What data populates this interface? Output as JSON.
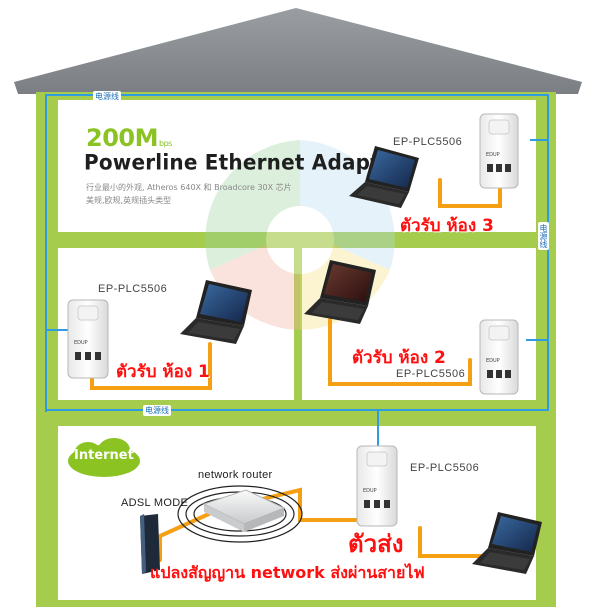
{
  "headline": {
    "speed": "200M",
    "speed_unit": "bps",
    "title": "Powerline Ethernet Adapter",
    "subtitle_line1": "行业最小的外观, Atheros 640X 和 Broadcore 30X 芯片",
    "subtitle_line2": "美规,欧规,英规插头类型"
  },
  "wire_labels": {
    "top": "电源线",
    "right": "电源线",
    "middle": "电源线"
  },
  "adapters": {
    "room3": "EP-PLC5506",
    "room1": "EP-PLC5506",
    "room2": "EP-PLC5506",
    "sender": "EP-PLC5506"
  },
  "thai_labels": {
    "room3": "ตัวรับ ห้อง 3",
    "room1": "ตัวรับ ห้อง 1",
    "room2": "ตัวรับ ห้อง 2",
    "sender": "ตัวส่ง",
    "bottom": "แปลงสัญญาน network ส่งผ่านสายไฟ"
  },
  "devices": {
    "internet": "Internet",
    "adsl": "ADSL MODE",
    "router": "network router"
  },
  "colors": {
    "roof": "#8a8e92",
    "wall": "#a6cc4e",
    "room": "#ffffff",
    "wire_blue": "#2f9be0",
    "cable_orange": "#f5a012",
    "label_red": "#ff1010"
  }
}
